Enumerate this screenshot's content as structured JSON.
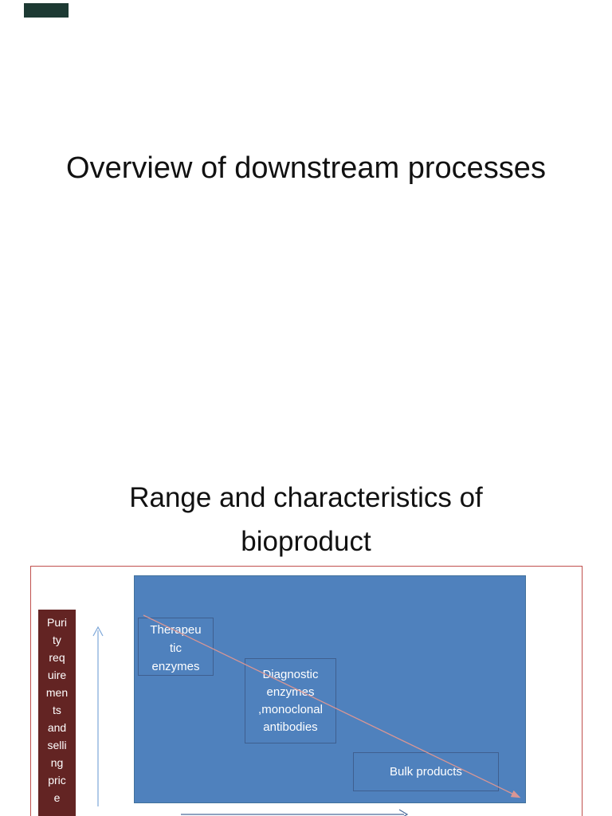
{
  "slide1": {
    "title": "Overview of downstream processes"
  },
  "slide2": {
    "title": "Range and characteristics of\nbioproduct",
    "diagram": {
      "y_axis_label": "Puri\nty\nreq\nuire\nmen\nts\nand\nselli\nng\npric\ne",
      "boxes": {
        "therapeutic": "Therapeu\ntic\nenzymes",
        "diagnostic": "Diagnostic\nenzymes\n,monoclonal\nantibodies",
        "bulk": "Bulk products"
      },
      "colors": {
        "plot_fill": "#4f81bd",
        "y_axis_box_fill": "#632423",
        "frame_border": "#c0504d",
        "trend_arrow": "#d99694",
        "y_axis_arrow": "#7da7d9",
        "x_axis_arrow": "#4a6a9b",
        "box_border": "#3f5f8f",
        "corner_mark": "#1d3a33"
      }
    }
  }
}
